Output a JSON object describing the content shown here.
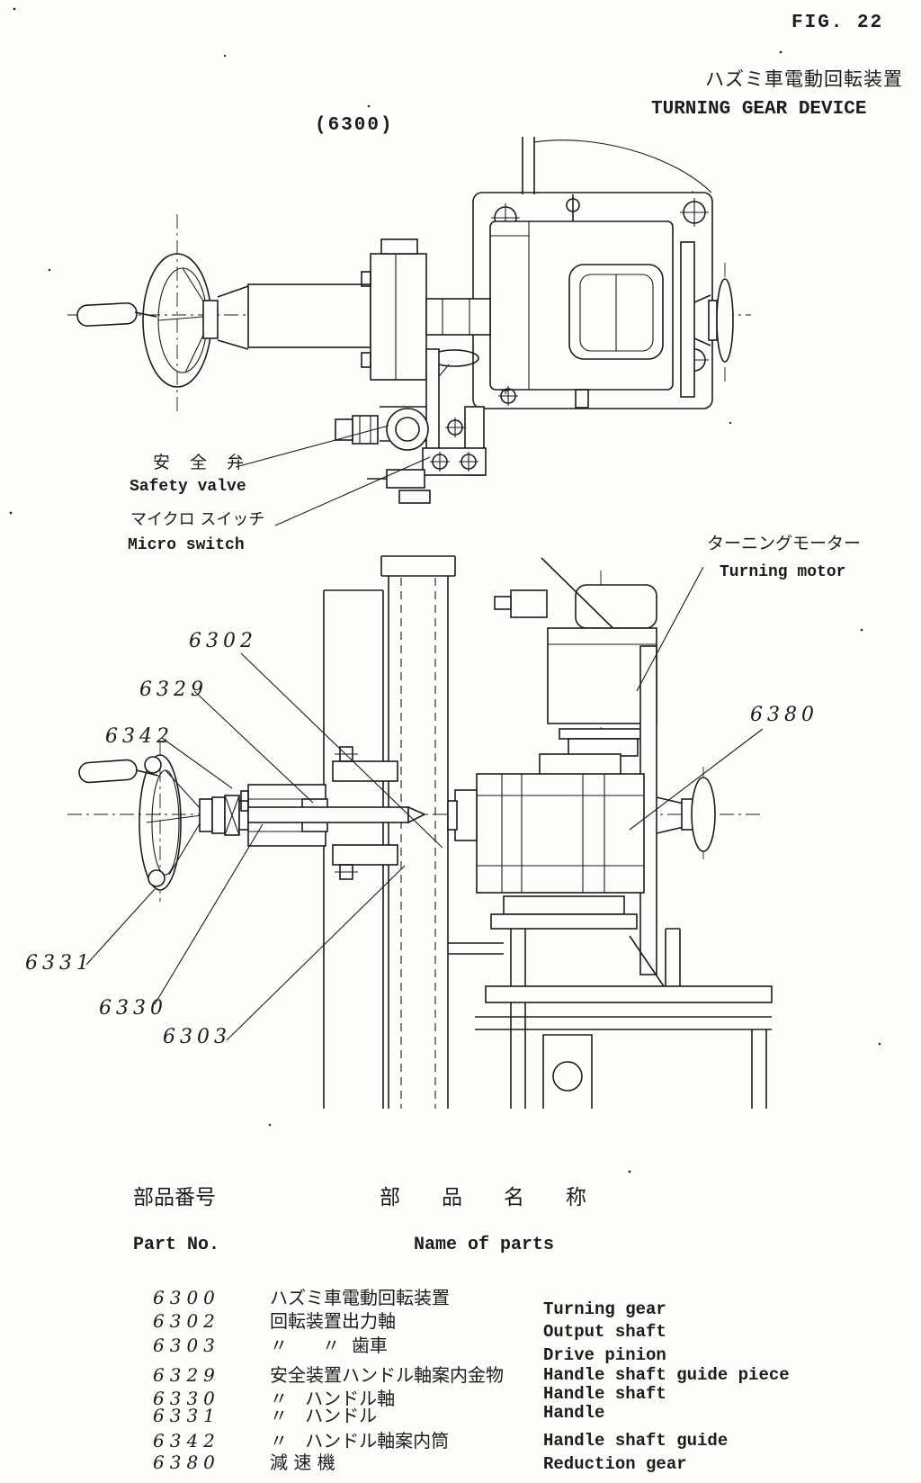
{
  "page": {
    "fig_label": "FIG. 22",
    "title_ja": "ハズミ車電動回転装置",
    "title_en": "TURNING GEAR DEVICE",
    "assembly_no": "(6300)"
  },
  "labels": {
    "safety_valve_ja": "安 全 弁",
    "safety_valve_en": "Safety valve",
    "micro_switch_ja": "マイクロ スイッチ",
    "micro_switch_en": "Micro switch",
    "turning_motor_ja": "ターニングモーター",
    "turning_motor_en": "Turning motor"
  },
  "callouts": {
    "c6302": "6302",
    "c6329": "6329",
    "c6342": "6342",
    "c6331": "6331",
    "c6330": "6330",
    "c6303": "6303",
    "c6380": "6380"
  },
  "parts_table": {
    "header_part_no_ja": "部品番号",
    "header_name_ja": "部品名称",
    "header_part_no_en": "Part No.",
    "header_name_en": "Name of parts",
    "rows": [
      {
        "no": "6300",
        "name_ja": "ハズミ車電動回転装置",
        "name_en": "Turning gear"
      },
      {
        "no": "6302",
        "name_ja": "回転装置出力軸",
        "name_en": "Output shaft"
      },
      {
        "no": "6303",
        "name_ja": "〃      〃  歯車",
        "name_en": "Drive pinion"
      },
      {
        "no": "6329",
        "name_ja": "安全装置ハンドル軸案内金物",
        "name_en": "Handle shaft guide piece"
      },
      {
        "no": "6330",
        "name_ja": "〃   ハンドル軸",
        "name_en": "Handle shaft"
      },
      {
        "no": "6331",
        "name_ja": "〃   ハンドル",
        "name_en": "Handle"
      },
      {
        "no": "6342",
        "name_ja": "〃   ハンドル軸案内筒",
        "name_en": "Handle shaft guide"
      },
      {
        "no": "6380",
        "name_ja": "減 速 機",
        "name_en": "Reduction gear"
      }
    ]
  }
}
